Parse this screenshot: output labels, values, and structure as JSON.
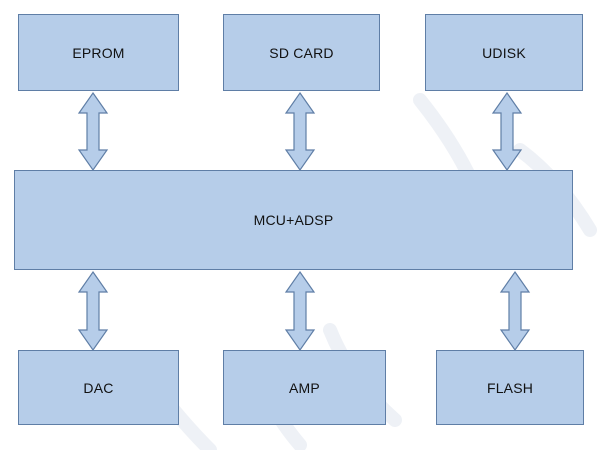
{
  "diagram": {
    "colors": {
      "box_fill": "#b6cde9",
      "box_stroke": "#5f7ea6",
      "arrow_fill": "#b6cde9",
      "arrow_stroke": "#5f7ea6",
      "text": "#111111"
    },
    "top_blocks": {
      "eprom": "EPROM",
      "sd_card": "SD CARD",
      "udisk": "UDISK"
    },
    "center_block": {
      "label": "MCU+ADSP"
    },
    "bottom_blocks": {
      "dac": "DAC",
      "amp": "AMP",
      "flash": "FLASH"
    },
    "connections": [
      {
        "from": "EPROM",
        "to": "MCU+ADSP",
        "type": "bidirectional"
      },
      {
        "from": "SD CARD",
        "to": "MCU+ADSP",
        "type": "bidirectional"
      },
      {
        "from": "UDISK",
        "to": "MCU+ADSP",
        "type": "bidirectional"
      },
      {
        "from": "MCU+ADSP",
        "to": "DAC",
        "type": "bidirectional"
      },
      {
        "from": "MCU+ADSP",
        "to": "AMP",
        "type": "bidirectional"
      },
      {
        "from": "MCU+ADSP",
        "to": "FLASH",
        "type": "bidirectional"
      }
    ]
  }
}
